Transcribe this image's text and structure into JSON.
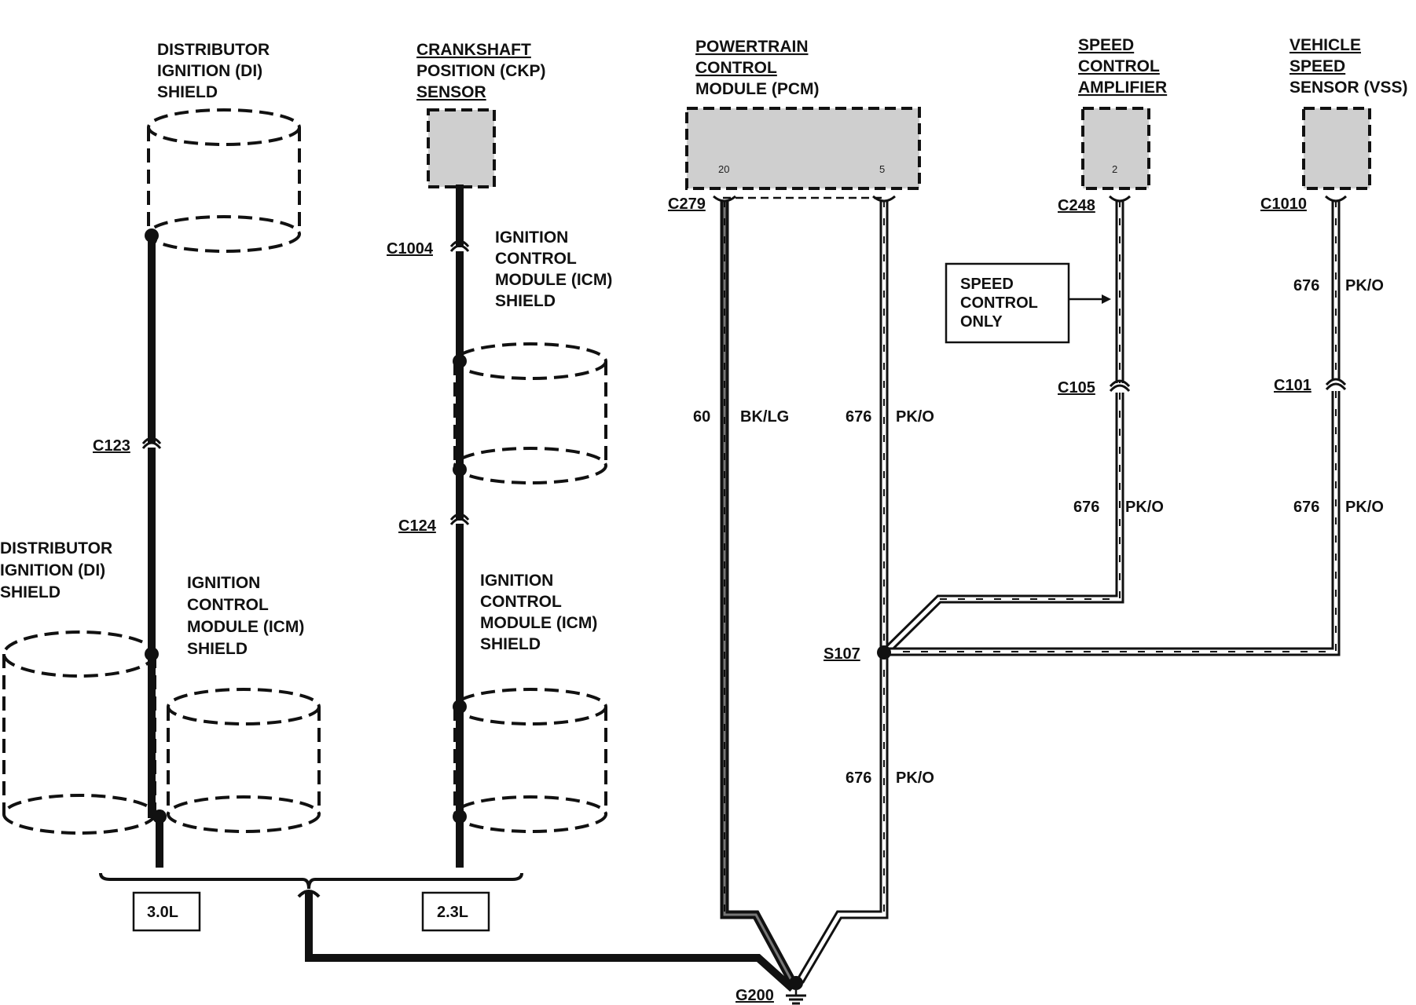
{
  "components": {
    "di_shield_top": [
      "DISTRIBUTOR",
      "IGNITION (DI)",
      "SHIELD"
    ],
    "ckp_sensor": [
      "CRANKSHAFT",
      "POSITION (CKP)",
      "SENSOR"
    ],
    "pcm": [
      "POWERTRAIN",
      "CONTROL",
      "MODULE (PCM)"
    ],
    "speed_control_amp": [
      "SPEED",
      "CONTROL",
      "AMPLIFIER"
    ],
    "vss": [
      "VEHICLE",
      "SPEED",
      "SENSOR (VSS)"
    ],
    "icm_shield_upper": [
      "IGNITION",
      "CONTROL",
      "MODULE (ICM)",
      "SHIELD"
    ],
    "di_shield_bottom": [
      "DISTRIBUTOR",
      "IGNITION (DI)",
      "SHIELD"
    ],
    "icm_shield_left": [
      "IGNITION",
      "CONTROL",
      "MODULE (ICM)",
      "SHIELD"
    ],
    "icm_shield_lower": [
      "IGNITION",
      "CONTROL",
      "MODULE (ICM)",
      "SHIELD"
    ]
  },
  "pins": {
    "pcm_left": "20",
    "pcm_right": "5",
    "amp": "2"
  },
  "connectors": {
    "c279": "C279",
    "c1004": "C1004",
    "c123": "C123",
    "c124": "C124",
    "c248": "C248",
    "c1010": "C1010",
    "c105": "C105",
    "c101": "C101",
    "s107": "S107",
    "g200": "G200"
  },
  "wires": {
    "pcm_left": {
      "circuit": "60",
      "color": "BK/LG"
    },
    "pcm_right": {
      "circuit": "676",
      "color": "PK/O"
    },
    "amp_lower": {
      "circuit": "676",
      "color": "PK/O"
    },
    "vss_upper": {
      "circuit": "676",
      "color": "PK/O"
    },
    "vss_lower": {
      "circuit": "676",
      "color": "PK/O"
    },
    "s107_lower": {
      "circuit": "676",
      "color": "PK/O"
    }
  },
  "notes": {
    "speed_control_only": [
      "SPEED",
      "CONTROL",
      "ONLY"
    ]
  },
  "engines": {
    "left": "3.0L",
    "right": "2.3L"
  }
}
